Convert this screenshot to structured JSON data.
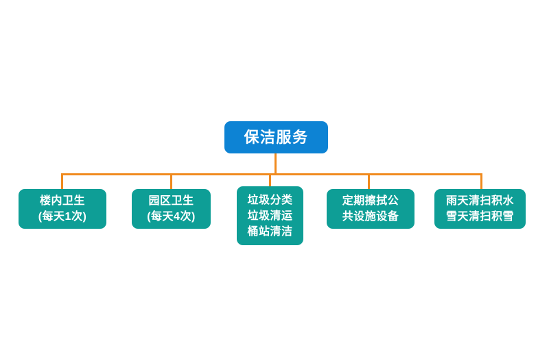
{
  "diagram": {
    "type": "org-chart",
    "orientation": "top-down",
    "colors": {
      "root_fill": "#0d83d4",
      "child_fill": "#0e9e96",
      "connector": "#f08a1e",
      "text": "#ffffff",
      "background": "#ffffff"
    },
    "root": {
      "id": "root",
      "label": "保洁服务",
      "lines": [
        "保洁服务"
      ]
    },
    "children": [
      {
        "id": "child-0",
        "label": "楼内卫生（每天1次）",
        "lines": [
          "楼内卫生",
          "（每天1次）"
        ],
        "line1": "楼内卫生",
        "line2": "(每天1次)",
        "line3": ""
      },
      {
        "id": "child-1",
        "label": "园区卫生（每天4次）",
        "lines": [
          "园区卫生",
          "（每天4次）"
        ],
        "line1": "园区卫生",
        "line2": "(每天4次)",
        "line3": ""
      },
      {
        "id": "child-2",
        "label": "垃圾分类 垃圾清运 桶站清洁",
        "lines": [
          "垃圾分类",
          "垃圾清运",
          "桶站清洁"
        ],
        "line1": "垃圾分类",
        "line2": "垃圾清运",
        "line3": "桶站清洁"
      },
      {
        "id": "child-3",
        "label": "定期擦拭公共设施设备",
        "lines": [
          "定期擦拭公",
          "共设施设备"
        ],
        "line1": "定期擦拭公",
        "line2": "共设施设备",
        "line3": ""
      },
      {
        "id": "child-4",
        "label": "雨天清扫积水 雪天清扫积雪",
        "lines": [
          "雨天清扫积水",
          "雪天清扫积雪"
        ],
        "line1": "雨天清扫积水",
        "line2": "雪天清扫积雪",
        "line3": ""
      }
    ]
  }
}
